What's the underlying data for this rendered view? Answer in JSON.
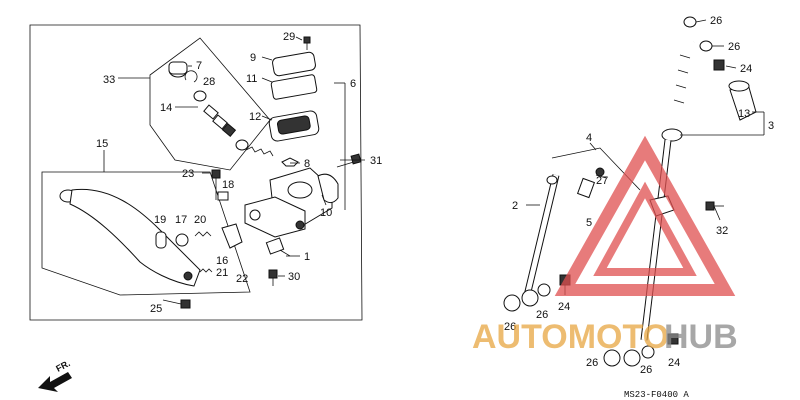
{
  "callouts_left": [
    "33",
    "7",
    "28",
    "14",
    "29",
    "9",
    "11",
    "6",
    "12",
    "8",
    "31",
    "10",
    "15",
    "23",
    "18",
    "19",
    "17",
    "20",
    "1",
    "16",
    "21",
    "22",
    "30",
    "25"
  ],
  "callouts_right": [
    "26",
    "26",
    "24",
    "13",
    "3",
    "4",
    "27",
    "2",
    "5",
    "32",
    "24",
    "26",
    "26",
    "26",
    "26",
    "24"
  ],
  "front_label": "FR.",
  "watermark": {
    "part1": "AUTOMOTO",
    "part2": "HUB"
  },
  "diagram_code": "MS23-F0400 A",
  "colors": {
    "watermark_red": "#e05050",
    "watermark_orange": "#e8a642",
    "watermark_gray": "#8a8a8a"
  }
}
